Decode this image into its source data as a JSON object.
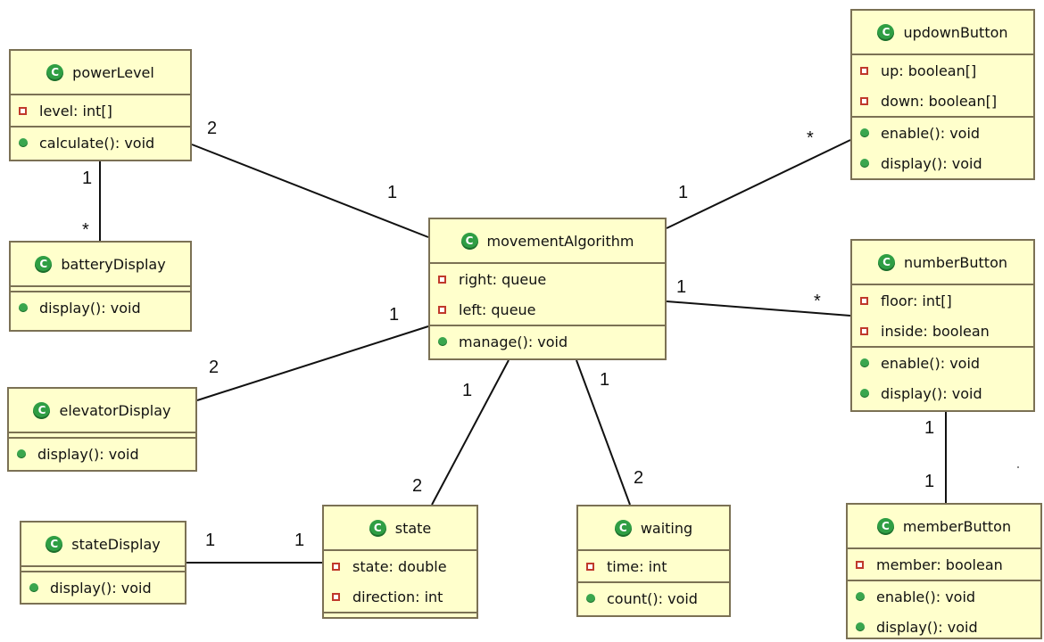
{
  "classes": {
    "powerLevel": {
      "name": "powerLevel",
      "attributes": [
        "level: int[]"
      ],
      "methods": [
        "calculate(): void"
      ]
    },
    "batteryDisplay": {
      "name": "batteryDisplay",
      "attributes": [],
      "methods": [
        "display(): void"
      ]
    },
    "elevatorDisplay": {
      "name": "elevatorDisplay",
      "attributes": [],
      "methods": [
        "display(): void"
      ]
    },
    "stateDisplay": {
      "name": "stateDisplay",
      "attributes": [],
      "methods": [
        "display(): void"
      ]
    },
    "movementAlgorithm": {
      "name": "movementAlgorithm",
      "attributes": [
        "right: queue",
        "left: queue"
      ],
      "methods": [
        "manage(): void"
      ]
    },
    "state": {
      "name": "state",
      "attributes": [
        "state: double",
        "direction: int"
      ],
      "methods": []
    },
    "waiting": {
      "name": "waiting",
      "attributes": [
        "time: int"
      ],
      "methods": [
        "count(): void"
      ]
    },
    "updownButton": {
      "name": "updownButton",
      "attributes": [
        "up: boolean[]",
        "down: boolean[]"
      ],
      "methods": [
        "enable(): void",
        "display(): void"
      ]
    },
    "numberButton": {
      "name": "numberButton",
      "attributes": [
        "floor: int[]",
        "inside: boolean"
      ],
      "methods": [
        "enable(): void",
        "display(): void"
      ]
    },
    "memberButton": {
      "name": "memberButton",
      "attributes": [
        "member: boolean"
      ],
      "methods": [
        "enable(): void",
        "display(): void"
      ]
    }
  },
  "associations": [
    {
      "from": "powerLevel",
      "to": "movementAlgorithm",
      "from_mult": "2",
      "to_mult": "1"
    },
    {
      "from": "powerLevel",
      "to": "batteryDisplay",
      "from_mult": "1",
      "to_mult": "*"
    },
    {
      "from": "movementAlgorithm",
      "to": "updownButton",
      "from_mult": "1",
      "to_mult": "*"
    },
    {
      "from": "movementAlgorithm",
      "to": "numberButton",
      "from_mult": "1",
      "to_mult": "*"
    },
    {
      "from": "movementAlgorithm",
      "to": "elevatorDisplay",
      "from_mult": "1",
      "to_mult": "2"
    },
    {
      "from": "movementAlgorithm",
      "to": "state",
      "from_mult": "1",
      "to_mult": "2"
    },
    {
      "from": "movementAlgorithm",
      "to": "waiting",
      "from_mult": "1",
      "to_mult": "2"
    },
    {
      "from": "stateDisplay",
      "to": "state",
      "from_mult": "1",
      "to_mult": "1"
    },
    {
      "from": "numberButton",
      "to": "memberButton",
      "from_mult": "1",
      "to_mult": "1"
    }
  ],
  "colors": {
    "class_fill": "#ffffcc",
    "class_border": "#7b7154",
    "class_icon": "#2f9e44",
    "private_icon": "#c0392b",
    "public_icon": "#3aa64e",
    "line": "#111111"
  },
  "icons": {
    "class": "class-c-icon",
    "private": "private-square-icon",
    "public": "public-circle-icon"
  }
}
